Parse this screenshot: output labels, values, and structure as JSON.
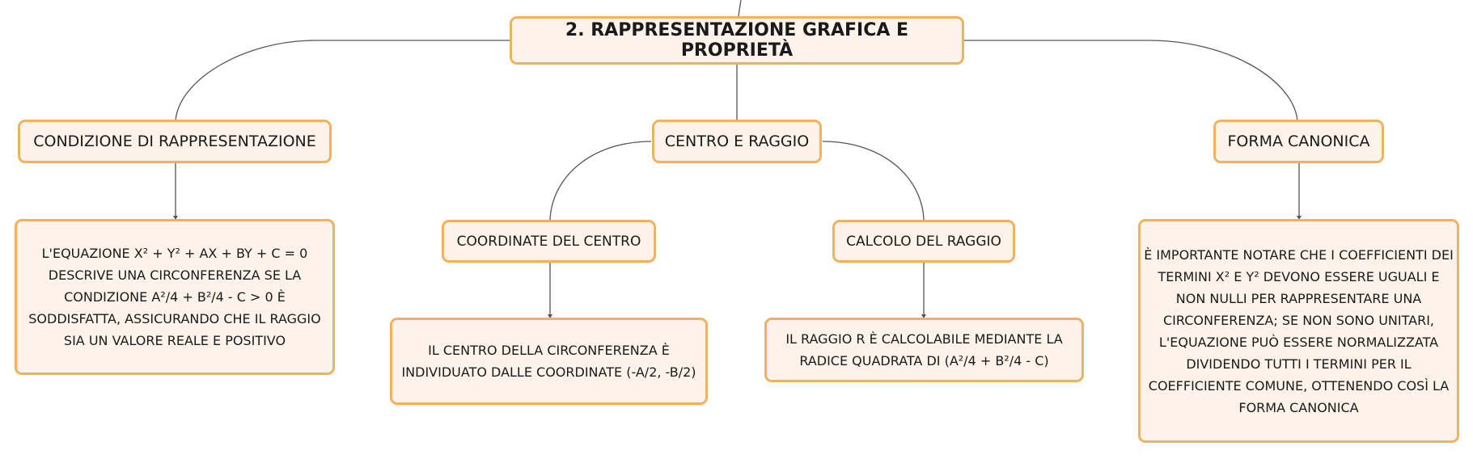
{
  "root": {
    "label": "2. RAPPRESENTAZIONE GRAFICA E PROPRIETÀ"
  },
  "branches": {
    "condizione": {
      "label": "CONDIZIONE DI RAPPRESENTAZIONE",
      "detail": "L'EQUAZIONE X² + Y² + AX + BY + C = 0 DESCRIVE UNA CIRCONFERENZA SE LA CONDIZIONE A²/4 + B²/4 - C > 0 È SODDISFATTA, ASSICURANDO CHE IL RAGGIO SIA UN VALORE REALE E POSITIVO"
    },
    "centro_raggio": {
      "label": "CENTRO E RAGGIO",
      "coordinate": {
        "label": "COORDINATE DEL CENTRO",
        "detail": "IL CENTRO DELLA CIRCONFERENZA È INDIVIDUATO DALLE COORDINATE (-A/2, -B/2)"
      },
      "calcolo": {
        "label": "CALCOLO DEL RAGGIO",
        "detail": "IL RAGGIO R È CALCOLABILE MEDIANTE LA RADICE QUADRATA DI (A²/4 + B²/4 - C)"
      }
    },
    "forma": {
      "label": "FORMA CANONICA",
      "detail": "È IMPORTANTE NOTARE CHE I COEFFICIENTI DEI TERMINI X² E Y² DEVONO ESSERE UGUALI E NON NULLI PER RAPPRESENTARE UNA CIRCONFERENZA; SE NON SONO UNITARI, L'EQUAZIONE PUÒ ESSERE NORMALIZZATA DIVIDENDO TUTTI I TERMINI PER IL COEFFICIENTE COMUNE, OTTENENDO COSÌ LA FORMA CANONICA"
    }
  }
}
